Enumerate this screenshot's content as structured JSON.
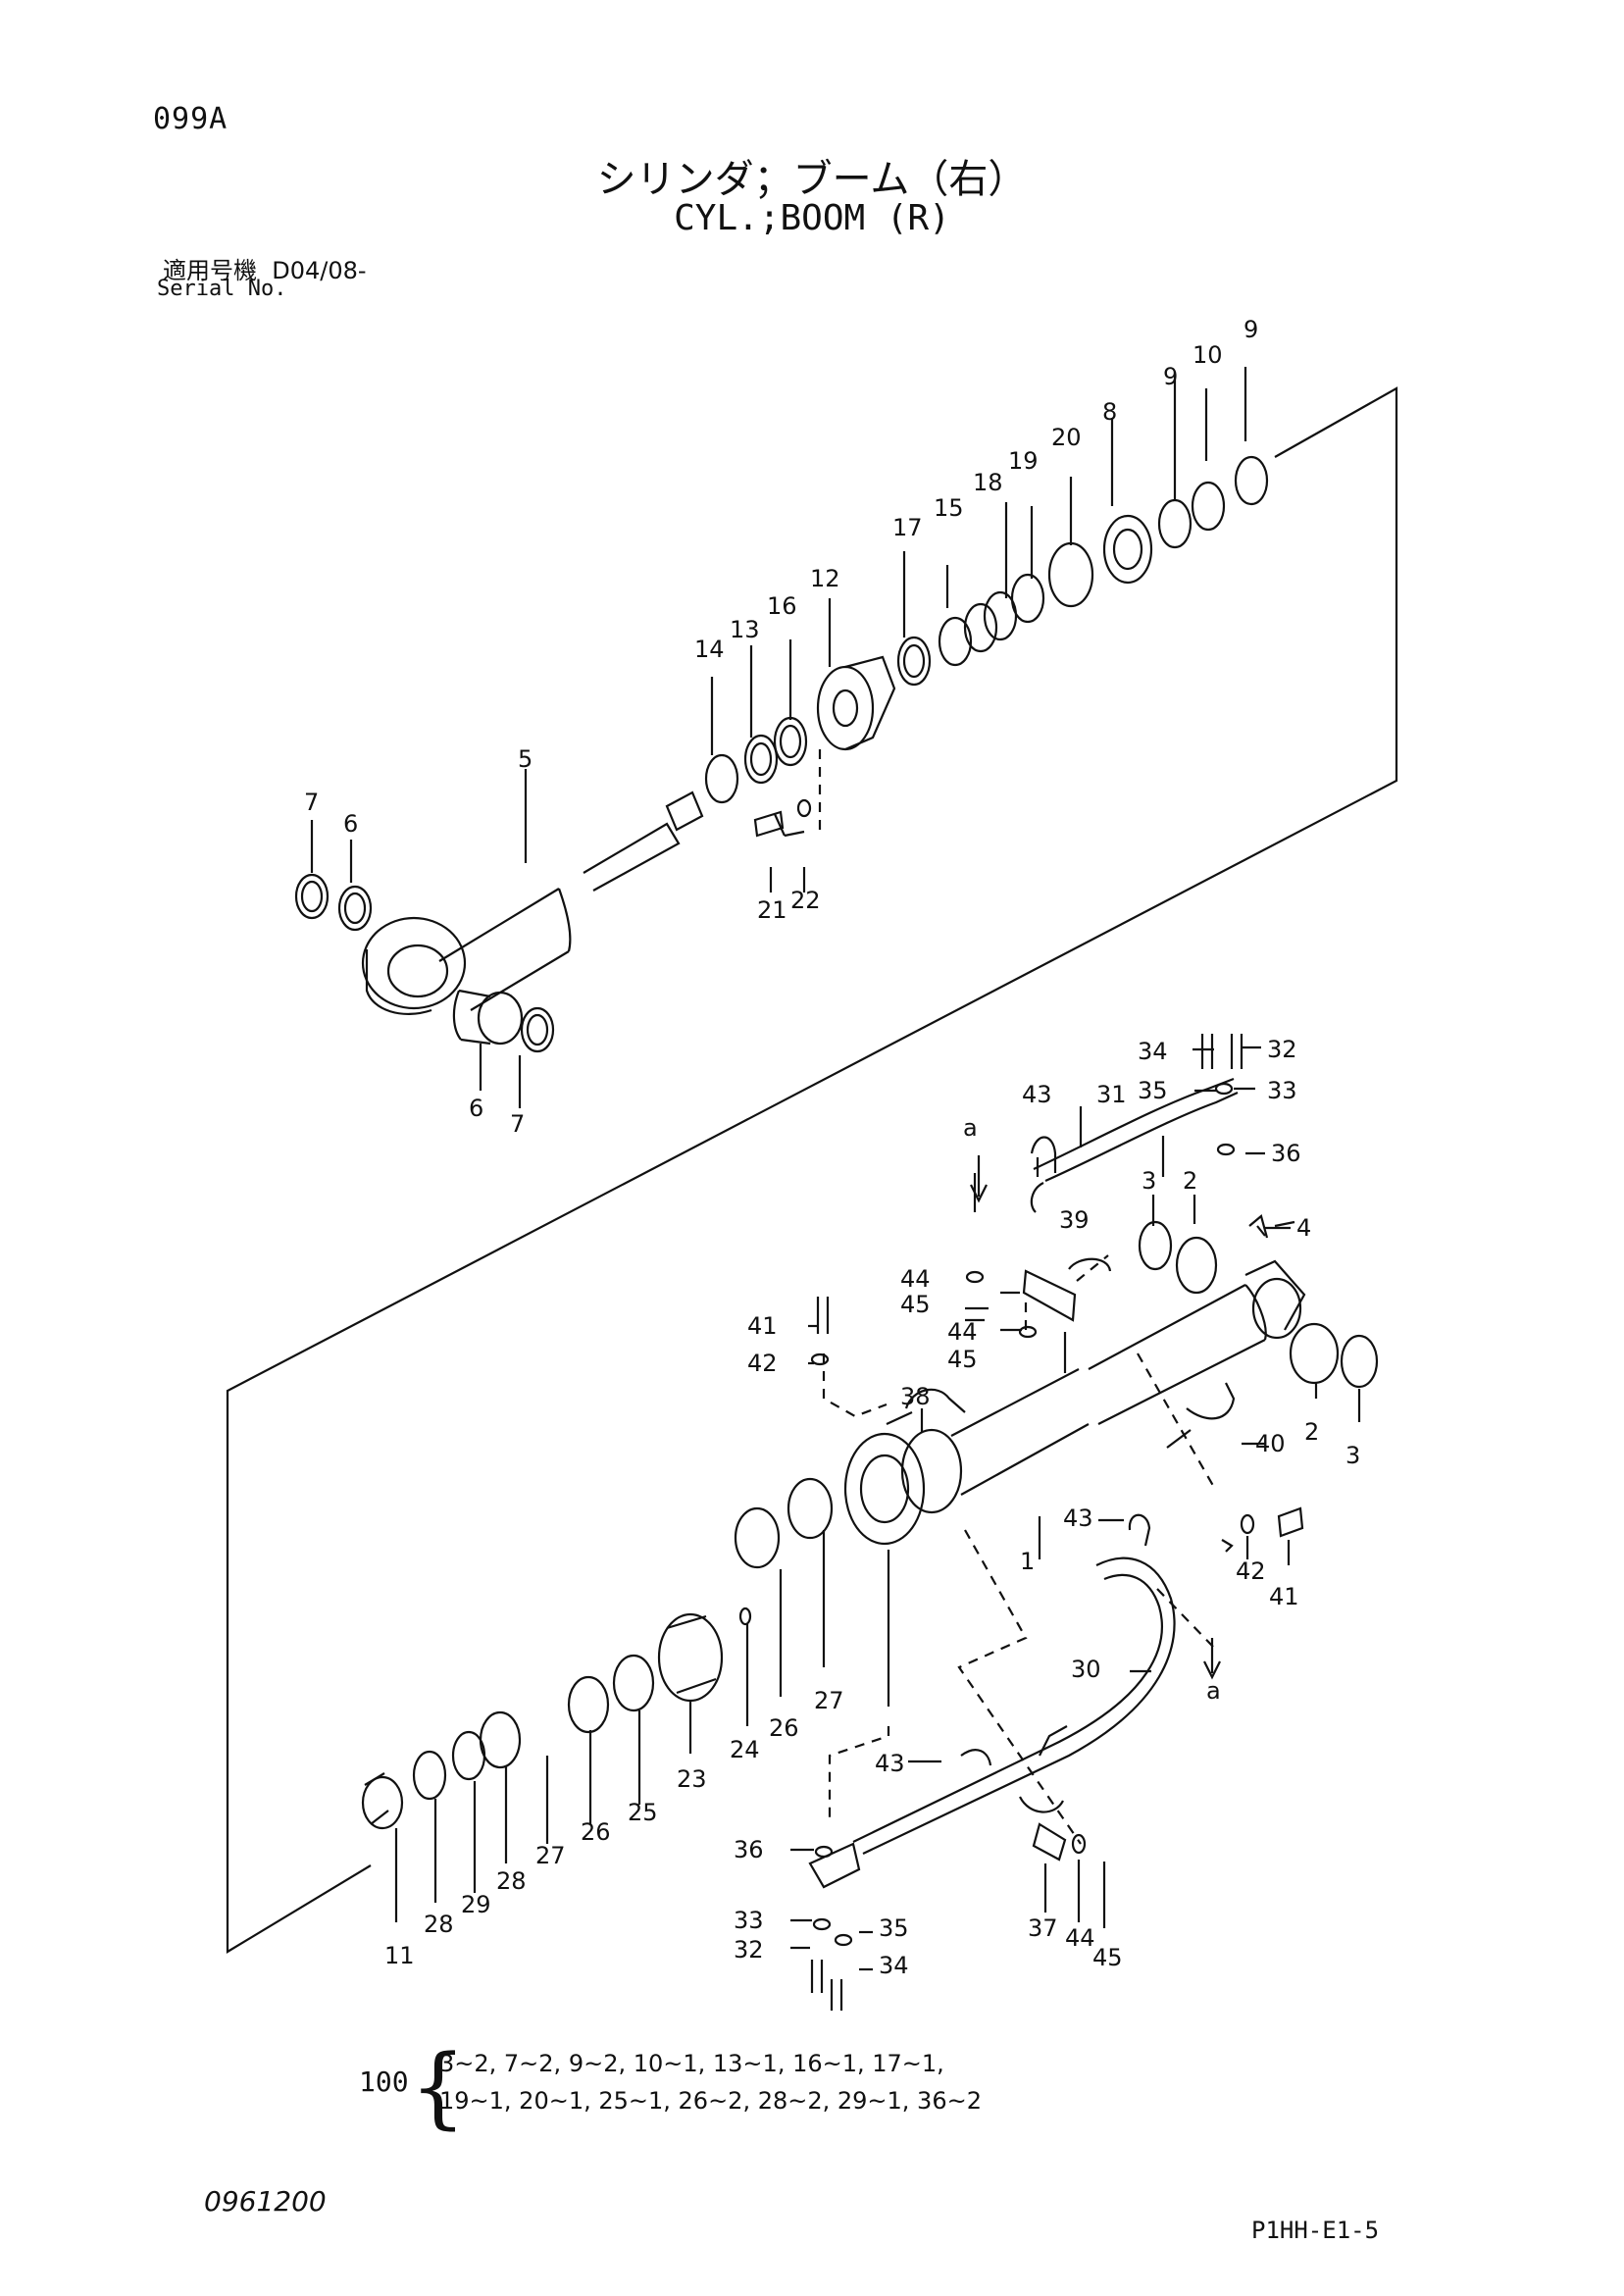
{
  "header": {
    "page_code": "099A",
    "title_jp": "シリンダ；ブーム（右）",
    "title_en": "CYL.;BOOM (R)",
    "serial_label_jp": "適用号機",
    "serial_value": "D04/08-",
    "serial_label_en": "Serial No."
  },
  "callouts": {
    "c1": "1",
    "c2a": "2",
    "c2b": "2",
    "c3a": "3",
    "c3b": "3",
    "c4": "4",
    "c5": "5",
    "c6a": "6",
    "c6b": "6",
    "c7a": "7",
    "c7b": "7",
    "c8": "8",
    "c9a": "9",
    "c9b": "9",
    "c10": "10",
    "c11": "11",
    "c12": "12",
    "c13": "13",
    "c14": "14",
    "c15": "15",
    "c16": "16",
    "c17": "17",
    "c18": "18",
    "c19": "19",
    "c20": "20",
    "c21": "21",
    "c22": "22",
    "c23": "23",
    "c24": "24",
    "c25": "25",
    "c26a": "26",
    "c26b": "26",
    "c27a": "27",
    "c27b": "27",
    "c28a": "28",
    "c28b": "28",
    "c29": "29",
    "c30": "30",
    "c31": "31",
    "c32a": "32",
    "c32b": "32",
    "c33a": "33",
    "c33b": "33",
    "c34a": "34",
    "c34b": "34",
    "c35a": "35",
    "c35b": "35",
    "c36a": "36",
    "c36b": "36",
    "c37": "37",
    "c38": "38",
    "c39": "39",
    "c40": "40",
    "c41a": "41",
    "c41b": "41",
    "c42a": "42",
    "c42b": "42",
    "c43a": "43",
    "c43b": "43",
    "c43c": "43",
    "c44a": "44",
    "c44b": "44",
    "c44c": "44",
    "c45a": "45",
    "c45b": "45",
    "c45c": "45",
    "ca1": "a",
    "ca2": "a"
  },
  "seal_kit": {
    "number": "100",
    "brace": "{",
    "line1": "3~2, 7~2, 9~2, 10~1, 13~1, 16~1, 17~1,",
    "line2": "19~1, 20~1, 25~1, 26~2, 28~2, 29~1, 36~2"
  },
  "footer": {
    "doc_number": "0961200",
    "page_ref": "P1HH-E1-5"
  }
}
